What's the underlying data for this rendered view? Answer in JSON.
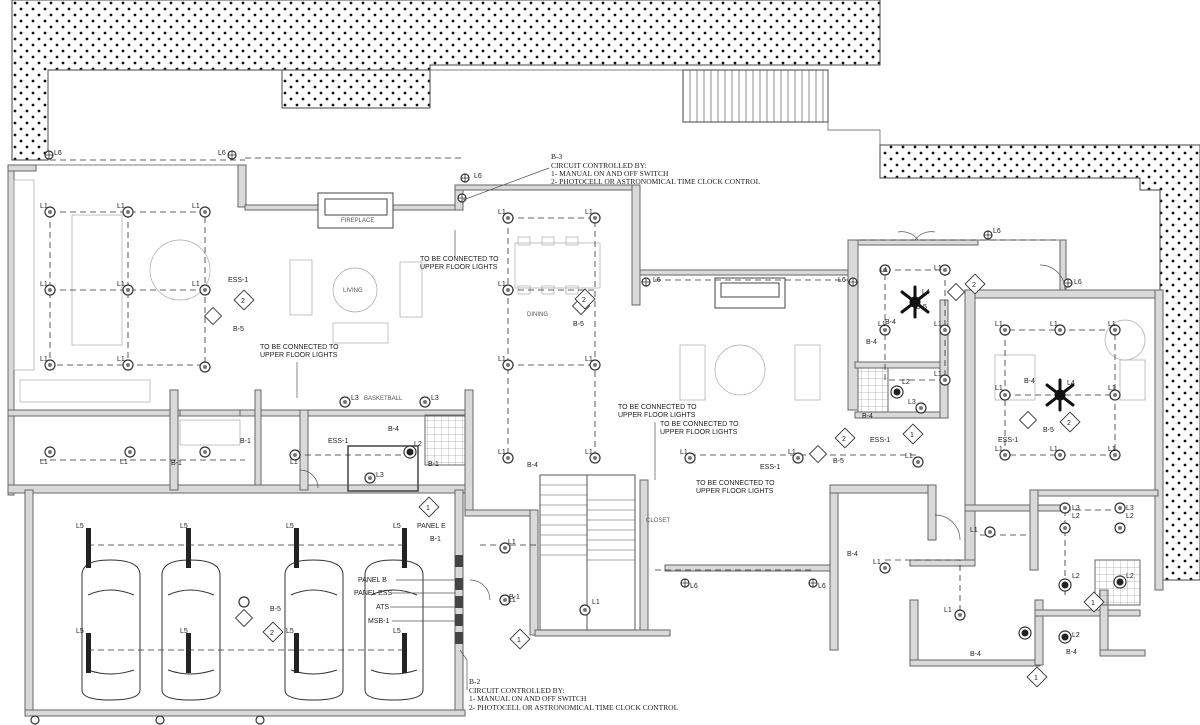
{
  "notes": {
    "b3_circuit": "B-3",
    "b3_title": "CIRCUIT CONTROLLED BY:",
    "b3_line1": "1- MANUAL ON AND OFF SWITCH",
    "b3_line2": "2- PHOTOCELL OR ASTRONOMICAL TIME CLOCK CONTROL",
    "b2_circuit": "B-2",
    "b2_title": "CIRCUIT CONTROLLED BY:",
    "b2_line1": "1- MANUAL ON AND OFF SWITCH",
    "b2_line2": "2- PHOTOCELL OR ASTRONOMICAL TIME CLOCK CONTROL",
    "upper_a_1": "TO BE CONNECTED TO",
    "upper_a_2": "UPPER FLOOR LIGHTS",
    "upper_b_1": "TO BE CONNECTED TO",
    "upper_b_2": "UPPER FLOOR LIGHTS",
    "upper_c_1": "TO BE CONNECTED TO",
    "upper_c_2": "UPPER FLOOR LIGHTS",
    "upper_d_1": "TO BE CONNECTED TO",
    "upper_d_2": "UPPER FLOOR LIGHTS",
    "upper_e_1": "TO BE CONNECTED TO",
    "upper_e_2": "UPPER FLOOR LIGHTS"
  },
  "room_labels": {
    "fireplace": "FIREPLACE",
    "living": "LIVING",
    "dining": "DINING",
    "basketball": "BASKETBALL",
    "closet": "CLOSET"
  },
  "panels": {
    "panel_e": "PANEL E",
    "panel_b": "PANEL B",
    "panel_ess": "PANEL ESS",
    "ats": "ATS",
    "msb": "MSB-1"
  },
  "fixtures": {
    "l1": "L1",
    "l2": "L2",
    "l3": "L3",
    "l4": "L4",
    "l5": "L5",
    "l6": "L6"
  },
  "circuits": {
    "b1": "B-1",
    "b4": "B-4",
    "b5": "B-5",
    "ess1": "ESS-1"
  },
  "tags": {
    "one": "1",
    "two": "2"
  },
  "colors": {
    "ink": "#333333",
    "wall": "#d9d9d9",
    "background": "#ffffff"
  }
}
